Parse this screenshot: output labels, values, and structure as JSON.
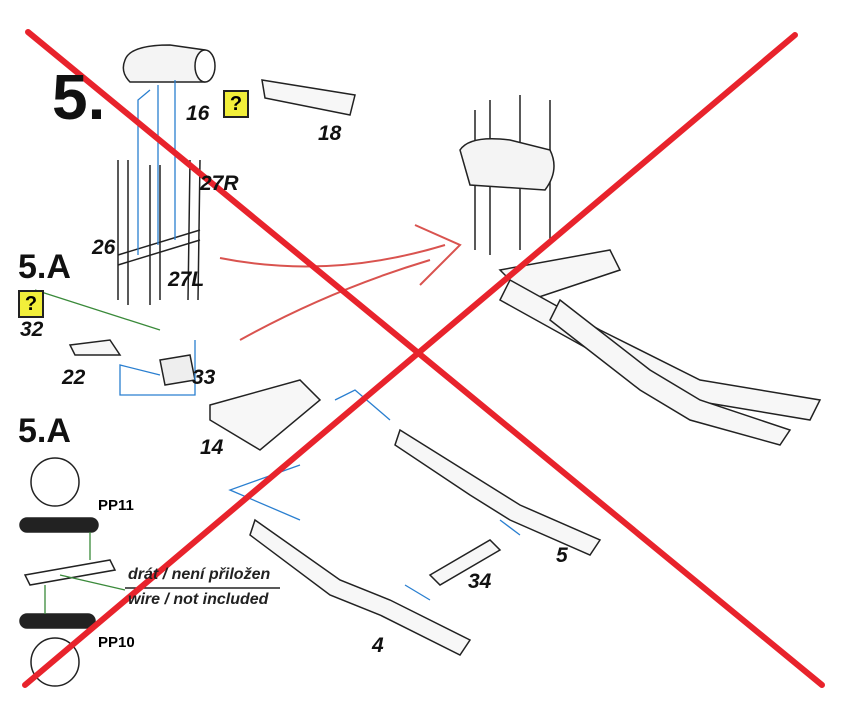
{
  "steps": {
    "main": "5.",
    "sub_a": "5.A",
    "sub_b": "5.A"
  },
  "part_labels": {
    "p16": "16",
    "p18": "18",
    "p27r": "27R",
    "p26": "26",
    "p27l": "27L",
    "p32": "32",
    "p22": "22",
    "p33": "33",
    "p14": "14",
    "p4": "4",
    "p34": "34",
    "p5": "5"
  },
  "photo_etch": {
    "pp11": "PP11",
    "pp10": "PP10"
  },
  "note": {
    "czech": "drát / není přiložen",
    "english": "wire / not included"
  },
  "icons": {
    "question": "?"
  },
  "colors": {
    "cross": "#e8232c",
    "arrow_blue": "#2a7fd0",
    "arrow_red": "#d9534f",
    "green": "#3a8a3a",
    "question_bg": "#f2ef3a"
  }
}
